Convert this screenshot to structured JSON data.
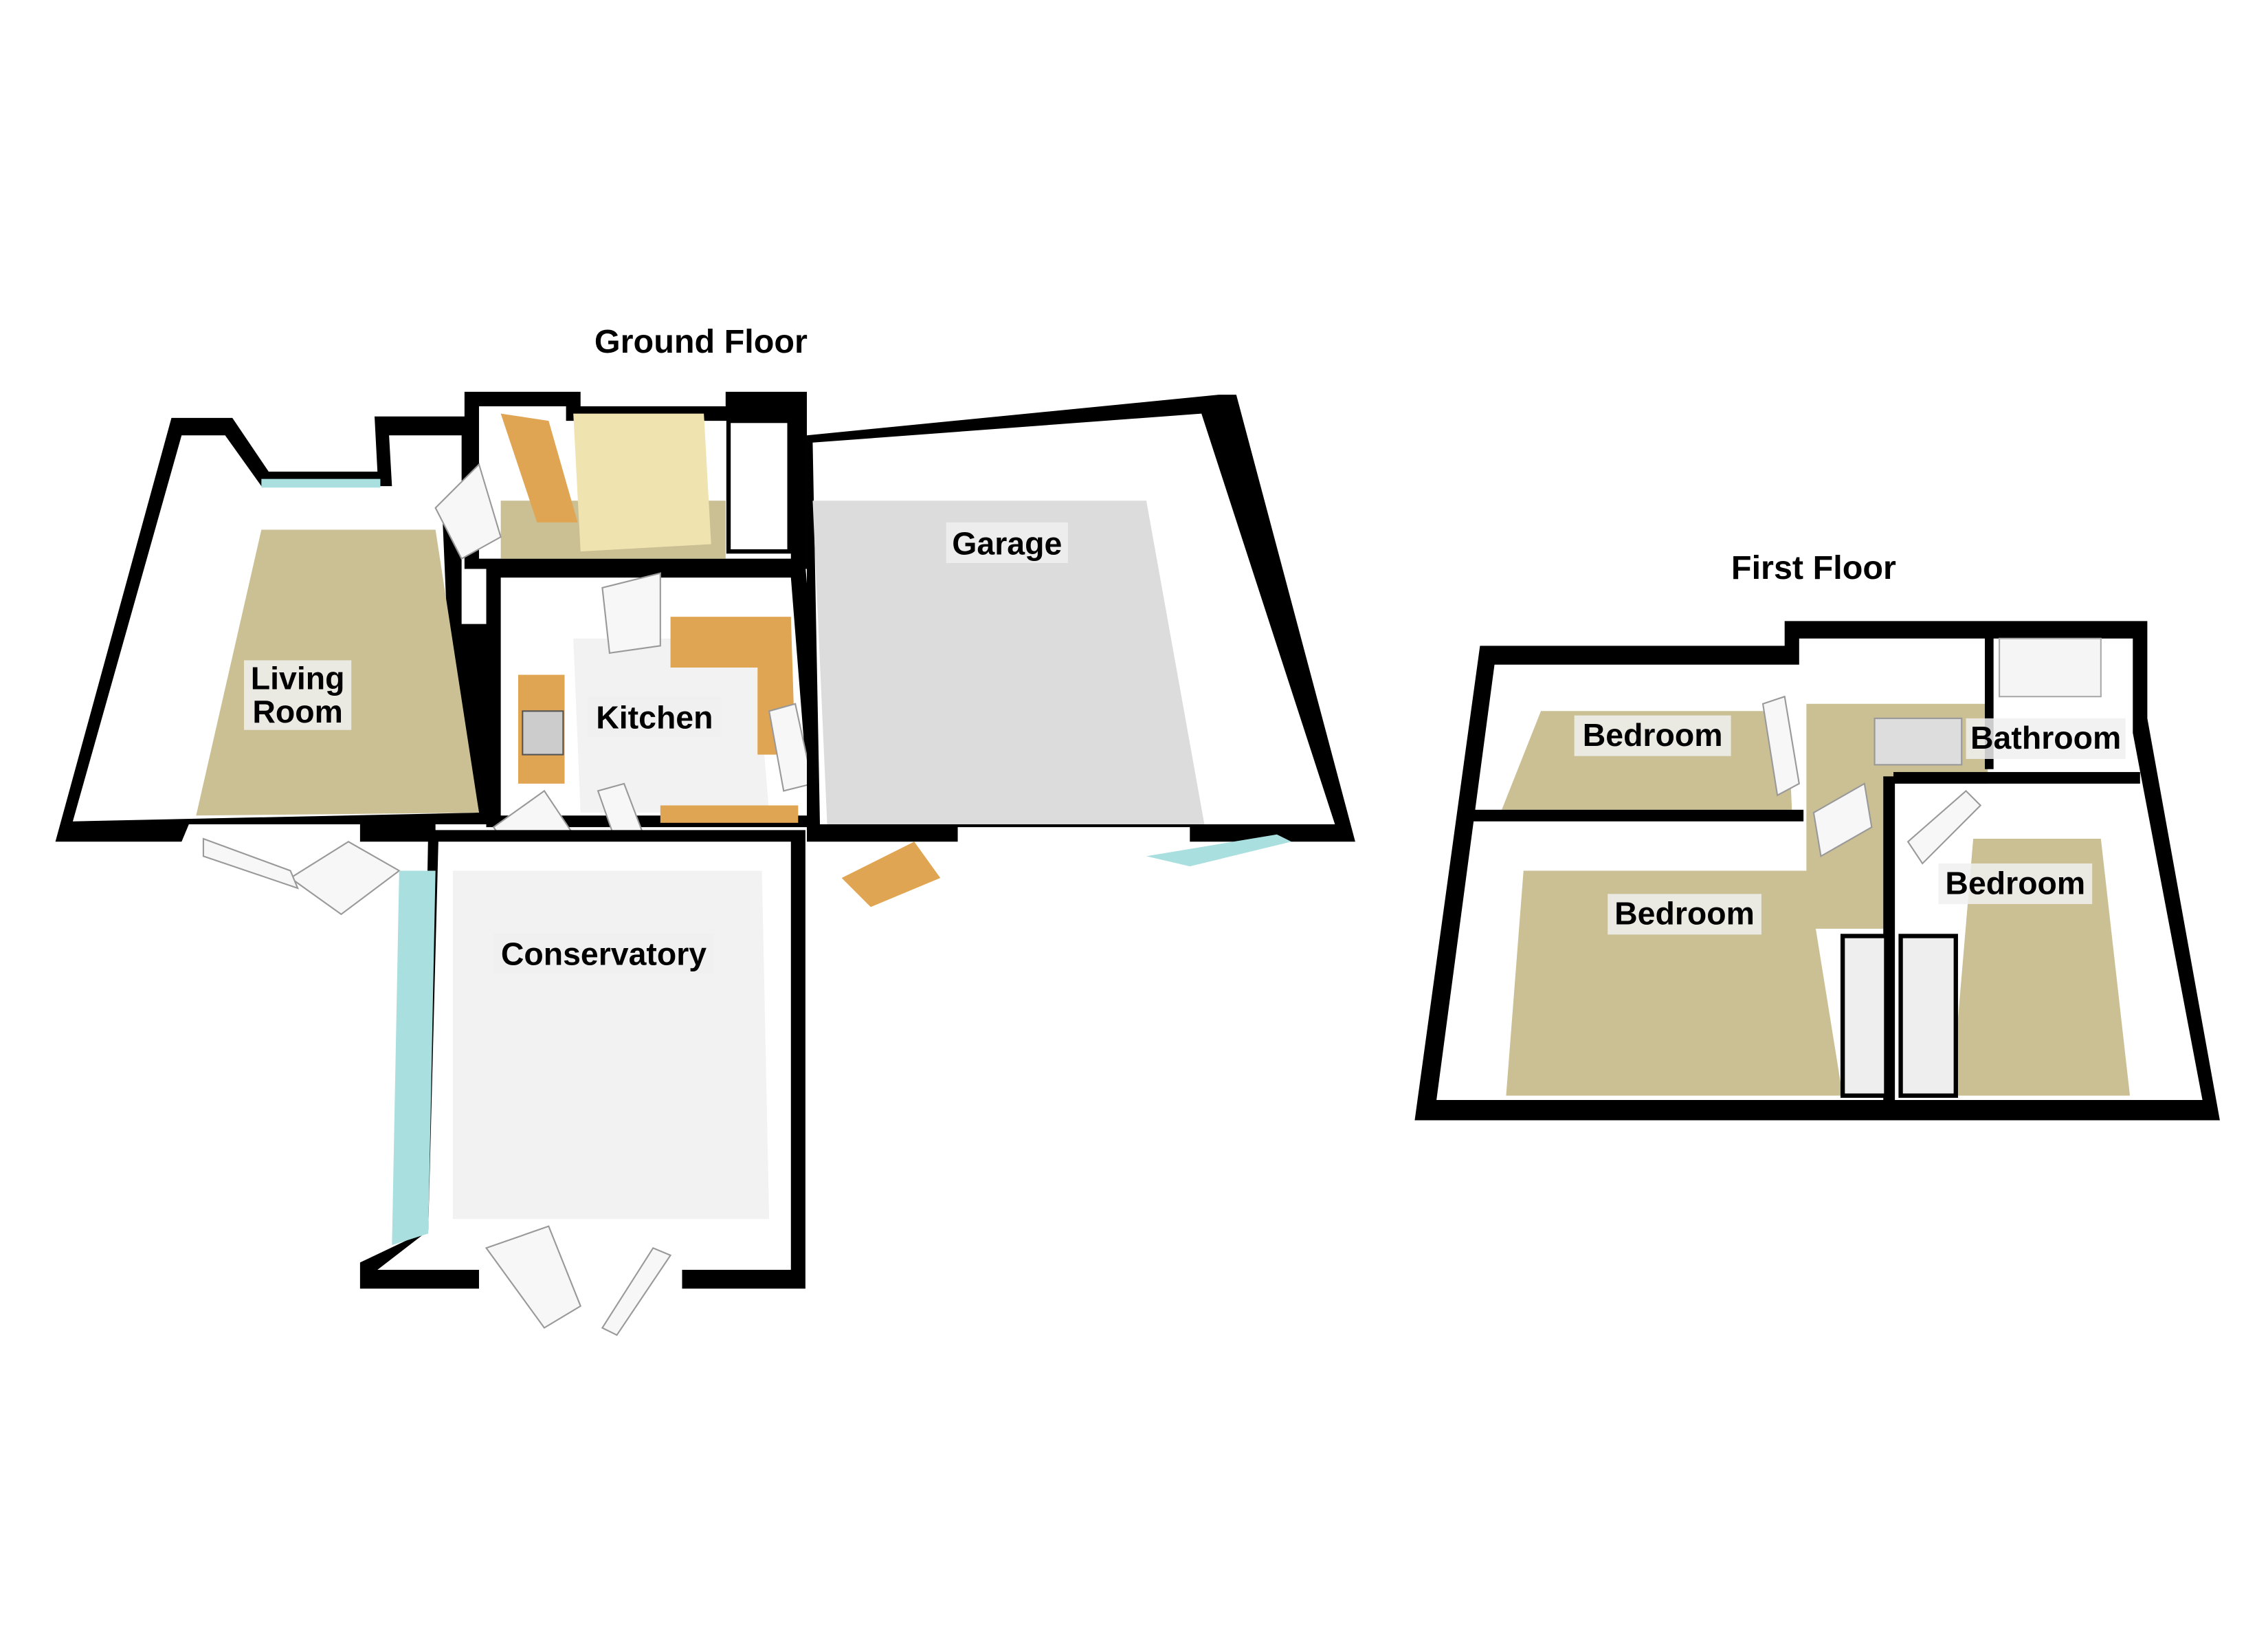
{
  "floors": [
    {
      "title": "Ground Floor",
      "rooms": [
        {
          "label_line1": "Living",
          "label_line2": "Room"
        },
        {
          "label": "Kitchen"
        },
        {
          "label": "Garage"
        },
        {
          "label": "Conservatory"
        }
      ]
    },
    {
      "title": "First Floor",
      "rooms": [
        {
          "label": "Bedroom"
        },
        {
          "label": "Bathroom"
        },
        {
          "label": "Bedroom"
        },
        {
          "label": "Bedroom"
        }
      ]
    }
  ],
  "colors": {
    "wall": "#000000",
    "carpet": "#cbbf94",
    "garage_floor": "#dcdcdc",
    "counter": "#e0a552",
    "glass": "#a9e0df"
  }
}
